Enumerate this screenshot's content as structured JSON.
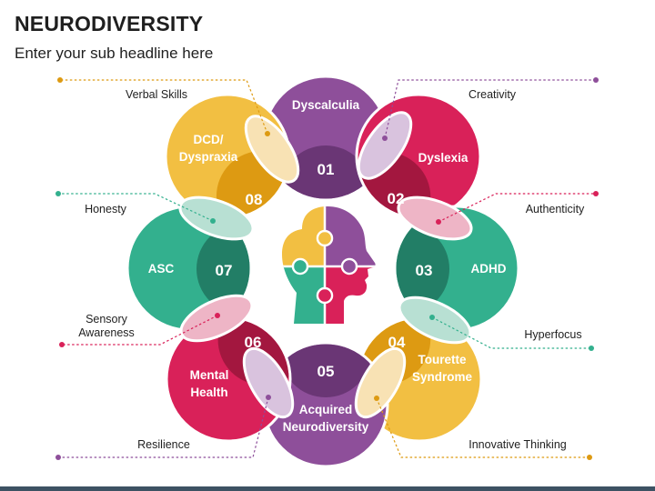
{
  "header": {
    "title": "NEURODIVERSITY",
    "subtitle": "Enter your sub headline here"
  },
  "petals": [
    {
      "number": "01",
      "lines": [
        "Dyscalculia"
      ],
      "color": "#8e4f9a",
      "dark": "#6a3675"
    },
    {
      "number": "02",
      "lines": [
        "Dyslexia"
      ],
      "color": "#d92159",
      "dark": "#a3173f"
    },
    {
      "number": "03",
      "lines": [
        "ADHD"
      ],
      "color": "#33b08e",
      "dark": "#227e66"
    },
    {
      "number": "04",
      "lines": [
        "Tourette",
        "Syndrome"
      ],
      "color": "#f2bf42",
      "dark": "#dd9a12"
    },
    {
      "number": "05",
      "lines": [
        "Acquired",
        "Neurodiversity"
      ],
      "color": "#8e4f9a",
      "dark": "#6a3675"
    },
    {
      "number": "06",
      "lines": [
        "Mental",
        "Health"
      ],
      "color": "#d92159",
      "dark": "#a3173f"
    },
    {
      "number": "07",
      "lines": [
        "ASC"
      ],
      "color": "#33b08e",
      "dark": "#227e66"
    },
    {
      "number": "08",
      "lines": [
        "DCD/",
        "Dyspraxia"
      ],
      "color": "#f2bf42",
      "dark": "#dd9a12"
    }
  ],
  "overlaps": [
    {
      "label": [
        "Creativity"
      ],
      "color": "#d9c3de",
      "dot": "#8e4f9a"
    },
    {
      "label": [
        "Authenticity"
      ],
      "color": "#eeb5c6",
      "dot": "#d92159"
    },
    {
      "label": [
        "Hyperfocus"
      ],
      "color": "#b8e0d3",
      "dot": "#33b08e"
    },
    {
      "label": [
        "Innovative Thinking"
      ],
      "color": "#f8e2b4",
      "dot": "#dd9a12"
    },
    {
      "label": [
        "Resilience"
      ],
      "color": "#d9c3de",
      "dot": "#8e4f9a"
    },
    {
      "label": [
        "Sensory",
        "Awareness"
      ],
      "color": "#eeb5c6",
      "dot": "#d92159"
    },
    {
      "label": [
        "Honesty"
      ],
      "color": "#b8e0d3",
      "dot": "#33b08e"
    },
    {
      "label": [
        "Verbal Skills"
      ],
      "color": "#f8e2b4",
      "dot": "#dd9a12"
    }
  ],
  "head_icon": "puzzle-head-icon",
  "head_colors": [
    "#f2bf42",
    "#8e4f9a",
    "#33b08e",
    "#d92159"
  ]
}
